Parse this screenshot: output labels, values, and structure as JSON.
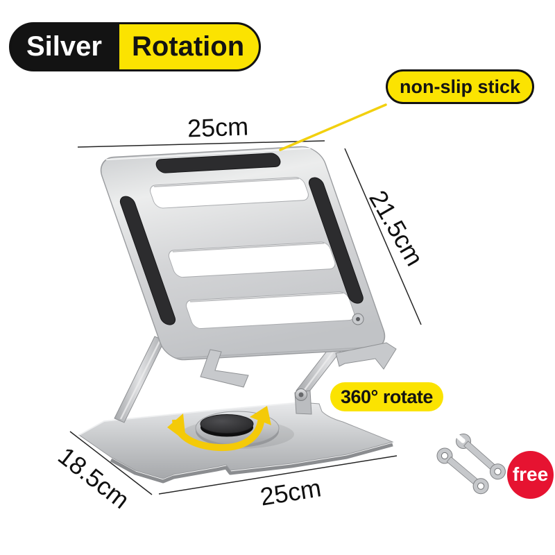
{
  "badges": {
    "variant_color": "Silver",
    "variant_feature": "Rotation",
    "callout": "non-slip stick",
    "rotation": "360° rotate",
    "free": "free"
  },
  "dimensions": {
    "platform_width": "25cm",
    "platform_depth": "21.5cm",
    "base_depth": "18.5cm",
    "base_width": "25cm"
  },
  "colors": {
    "accent_yellow": "#FBE301",
    "badge_black": "#131313",
    "free_red": "#E61331",
    "metal_silver": "#CDCFD2",
    "pad_dark": "#2C2C2E"
  },
  "icons": [
    {
      "name": "rotation-arrow-icon"
    },
    {
      "name": "wrench-icon"
    },
    {
      "name": "callout-pointer-line"
    }
  ]
}
